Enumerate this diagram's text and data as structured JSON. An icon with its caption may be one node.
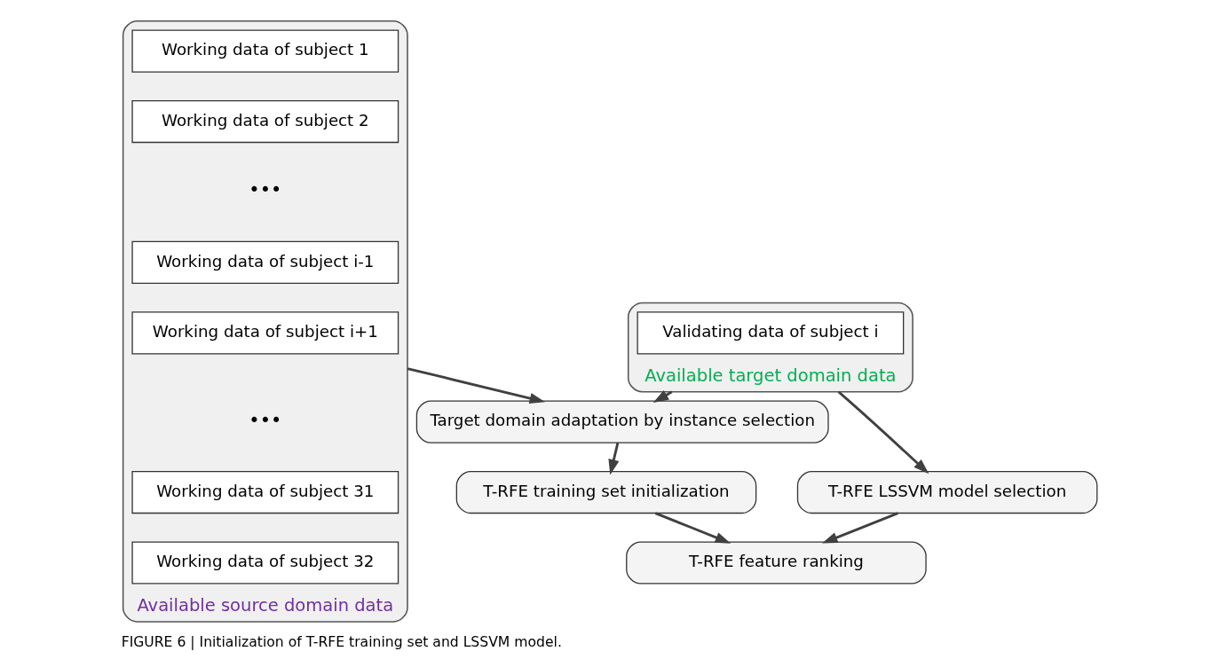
{
  "diagram": {
    "caption": "FIGURE 6 | Initialization of T-RFE training set and LSSVM model.",
    "nodes": [
      {
        "text": [
          "Available source domain data"
        ]
      },
      {
        "text": [
          "Working data of subject 1"
        ],
        "in": 0
      },
      {
        "text": [
          "Working data of subject 2"
        ],
        "in": 0
      },
      {
        "text": [
          "Working data of subject i-1"
        ],
        "in": 0
      },
      {
        "text": [
          "Working data of subject i+1"
        ],
        "in": 0
      },
      {
        "text": [
          "Working data of subject 31"
        ],
        "in": 0
      },
      {
        "text": [
          "Working data of subject 32"
        ],
        "in": 0
      },
      {
        "text": [
          "Available target domain data"
        ]
      },
      {
        "text": [
          "Validating data of subject i"
        ],
        "in": 7
      },
      {
        "text": [
          "Target domain adaptation by instance selection"
        ]
      },
      {
        "text": [
          "T-RFE training set initialization"
        ]
      },
      {
        "text": [
          "T-RFE LSSVM model selection"
        ]
      },
      {
        "text": [
          "T-RFE feature ranking"
        ]
      }
    ],
    "edges": [
      {
        "from": 0,
        "to": 9,
        "arrow": "to"
      },
      {
        "from": 7,
        "to": 9,
        "arrow": "to"
      },
      {
        "from": 9,
        "to": 10,
        "arrow": "to"
      },
      {
        "from": 10,
        "to": 12,
        "arrow": "to"
      },
      {
        "from": 7,
        "to": 11,
        "arrow": "to"
      },
      {
        "from": 11,
        "to": 12,
        "arrow": "to"
      }
    ],
    "labels": [
      "•••",
      "•••"
    ]
  }
}
